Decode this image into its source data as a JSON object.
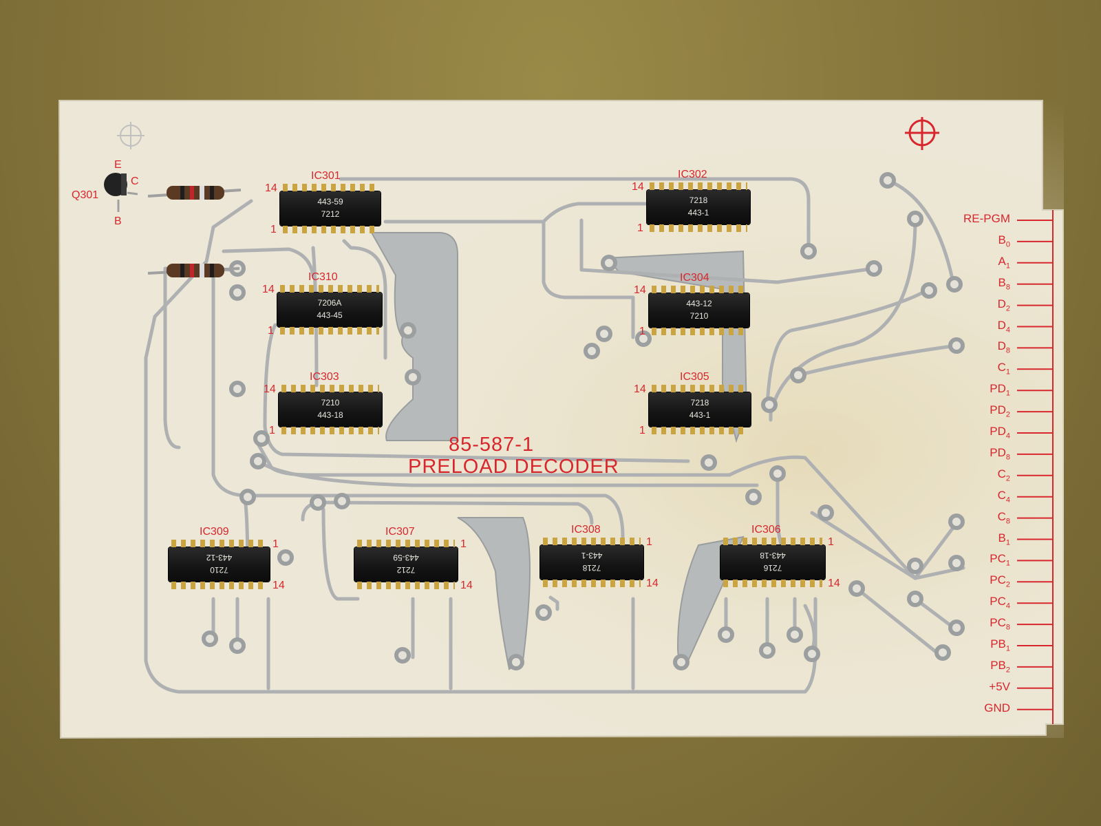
{
  "board": {
    "part_number": "85-587-1",
    "title": "PRELOAD DECODER",
    "colors": {
      "substrate": "#ece7d6",
      "silkscreen": "#d8262d",
      "trace": "#aeb0b2",
      "background": "#8b7a3a"
    }
  },
  "transistor": {
    "ref": "Q301",
    "emitter": "E",
    "collector": "C",
    "base": "B"
  },
  "ics": [
    {
      "ref": "IC301",
      "line1": "443-59",
      "line2": "7212",
      "pin_a": "14",
      "pin_b": "1",
      "rotated": false,
      "logo": "motorola-logo-icon"
    },
    {
      "ref": "IC302",
      "line1": "7218",
      "line2": "443-1",
      "pin_a": "14",
      "pin_b": "1",
      "rotated": false,
      "logo": "ti-logo-icon"
    },
    {
      "ref": "IC310",
      "line1": "7206A",
      "line2": "443-45",
      "pin_a": "14",
      "pin_b": "1",
      "rotated": false,
      "logo": "ti-logo-icon"
    },
    {
      "ref": "IC304",
      "line1": "443-12",
      "line2": "7210",
      "pin_a": "14",
      "pin_b": "1",
      "rotated": false,
      "logo": "motorola-logo-icon"
    },
    {
      "ref": "IC303",
      "line1": "7210",
      "line2": "443-18",
      "pin_a": "14",
      "pin_b": "1",
      "rotated": false,
      "logo": "ti-logo-icon"
    },
    {
      "ref": "IC305",
      "line1": "7218",
      "line2": "443-1",
      "pin_a": "14",
      "pin_b": "1",
      "rotated": false,
      "logo": "ti-logo-icon"
    },
    {
      "ref": "IC309",
      "line1": "443-12",
      "line2": "7210",
      "pin_a": "1",
      "pin_b": "14",
      "rotated": true,
      "logo": "motorola-logo-icon"
    },
    {
      "ref": "IC307",
      "line1": "443-59",
      "line2": "7212",
      "pin_a": "1",
      "pin_b": "14",
      "rotated": true,
      "logo": "motorola-logo-icon"
    },
    {
      "ref": "IC308",
      "line1": "443-1",
      "line2": "7218",
      "pin_a": "1",
      "pin_b": "14",
      "rotated": true,
      "logo": "ti-logo-icon"
    },
    {
      "ref": "IC306",
      "line1": "443-18",
      "line2": "7216",
      "pin_a": "1",
      "pin_b": "14",
      "rotated": true,
      "logo": "ti-logo-icon"
    }
  ],
  "connector_pins": [
    {
      "name": "RE-PGM",
      "sub": ""
    },
    {
      "name": "B",
      "sub": "0"
    },
    {
      "name": "A",
      "sub": "1"
    },
    {
      "name": "B",
      "sub": "8"
    },
    {
      "name": "D",
      "sub": "2"
    },
    {
      "name": "D",
      "sub": "4"
    },
    {
      "name": "D",
      "sub": "8"
    },
    {
      "name": "C",
      "sub": "1"
    },
    {
      "name": "PD",
      "sub": "1"
    },
    {
      "name": "PD",
      "sub": "2"
    },
    {
      "name": "PD",
      "sub": "4"
    },
    {
      "name": "PD",
      "sub": "8"
    },
    {
      "name": "C",
      "sub": "2"
    },
    {
      "name": "C",
      "sub": "4"
    },
    {
      "name": "C",
      "sub": "8"
    },
    {
      "name": "B",
      "sub": "1"
    },
    {
      "name": "PC",
      "sub": "1"
    },
    {
      "name": "PC",
      "sub": "2"
    },
    {
      "name": "PC",
      "sub": "4"
    },
    {
      "name": "PC",
      "sub": "8"
    },
    {
      "name": "PB",
      "sub": "1"
    },
    {
      "name": "PB",
      "sub": "2"
    },
    {
      "name": "+5V",
      "sub": ""
    },
    {
      "name": "GND",
      "sub": ""
    }
  ]
}
